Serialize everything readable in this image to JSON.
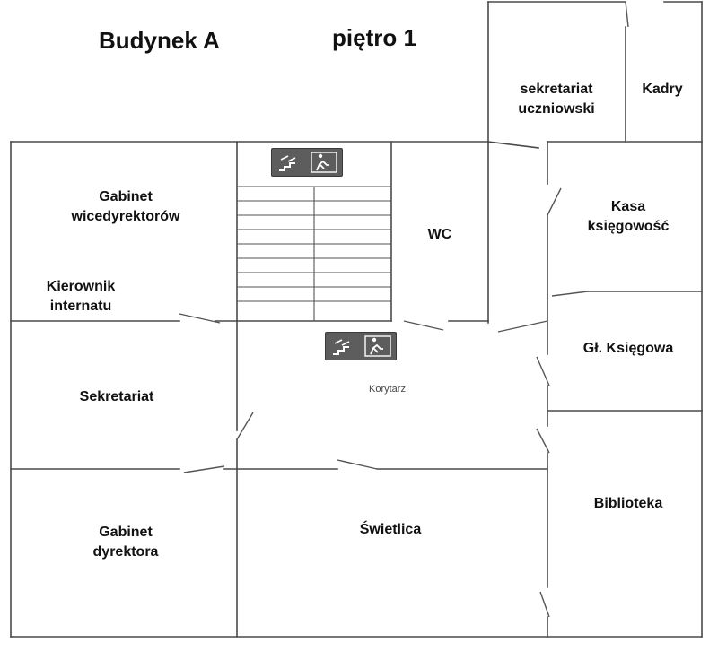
{
  "header": {
    "building": "Budynek A",
    "floor": "piętro 1"
  },
  "rooms": {
    "gabinet_wicedyrektorow": "Gabinet\nwicedyrektorów",
    "kierownik_internatu": "Kierownik\ninternatu",
    "sekretariat": "Sekretariat",
    "gabinet_dyrektora": "Gabinet\ndyrektora",
    "swietlica": "Świetlica",
    "wc": "WC",
    "sekretariat_uczniowski": "sekretariat\nuczniowski",
    "kadry": "Kadry",
    "kasa_ksiegowosc": "Kasa\nksięgowość",
    "gl_ksiegowa": "Gł. Księgowa",
    "biblioteka": "Biblioteka",
    "korytarz": "Korytarz"
  },
  "colors": {
    "wall": "#4a4a4a",
    "sign_background": "#5d5d5d",
    "sign_symbol": "#ffffff"
  },
  "icons": {
    "exit_sign": "emergency-exit-stairs-icon"
  }
}
